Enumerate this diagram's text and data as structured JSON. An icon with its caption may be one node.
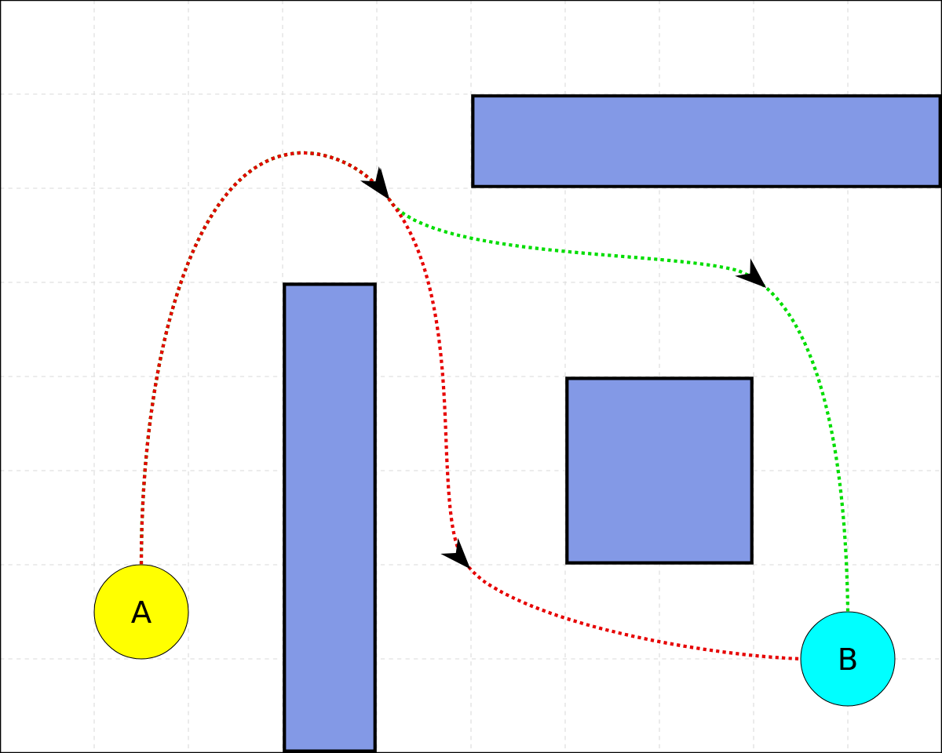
{
  "diagram": {
    "nodes": [
      {
        "text": [],
        "shape": "box"
      },
      {
        "text": [],
        "shape": "box"
      },
      {
        "text": [],
        "shape": "box"
      },
      {
        "text": [
          "A"
        ]
      },
      {
        "text": [
          "B"
        ]
      }
    ],
    "edges": [
      {
        "from": 3,
        "to": 4,
        "arrow": "to",
        "style": "dashed",
        "color": "#e60000"
      },
      {
        "from": 3,
        "to": 4,
        "arrow": "to",
        "style": "dashed",
        "color": "#00dd00"
      }
    ]
  }
}
